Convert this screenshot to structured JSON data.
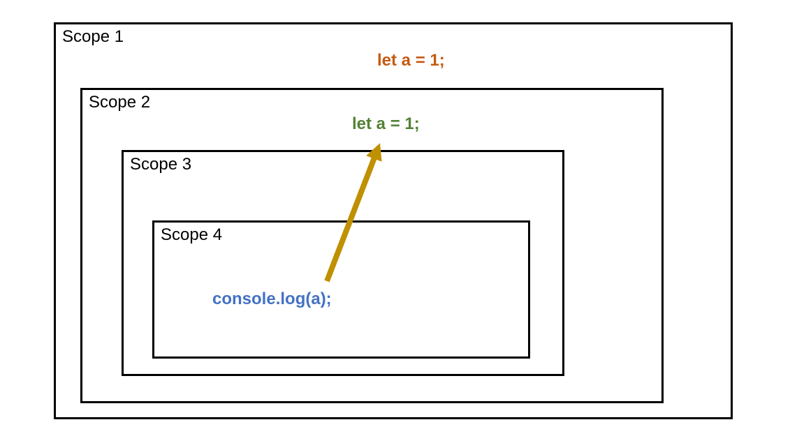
{
  "scopes": [
    {
      "label": "Scope 1"
    },
    {
      "label": "Scope 2"
    },
    {
      "label": "Scope 3"
    },
    {
      "label": "Scope 4"
    }
  ],
  "code": {
    "scope1_declaration": {
      "text": "let a = 1;",
      "color": "#C55A11"
    },
    "scope2_declaration": {
      "text": "let a = 1;",
      "color": "#548235"
    },
    "scope4_log": {
      "text": "console.log(a);",
      "color": "#4472C4"
    }
  },
  "arrow": {
    "color": "#BF9000",
    "from_text": "console.log(a);",
    "to_text": "let a = 1;"
  },
  "colors": {
    "background": "#FFFFFF",
    "box_border": "#000000",
    "label_text": "#000000"
  }
}
